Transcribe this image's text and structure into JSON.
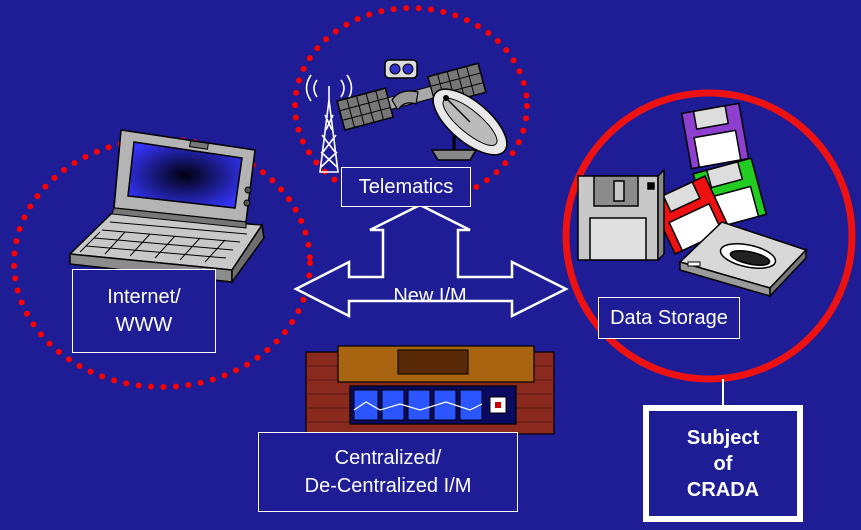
{
  "nodes": {
    "telematics": "Telematics",
    "internet": [
      "Internet/",
      "WWW"
    ],
    "data_storage": "Data Storage",
    "new_im": "New I/M",
    "central": [
      "Centralized/",
      "De-Centralized I/M"
    ],
    "subject": [
      "Subject",
      "of",
      "CRADA"
    ]
  },
  "colors": {
    "background": "#1e1d95",
    "dotted_circle": "#ff0000",
    "solid_circle": "#ee1111",
    "boxes": "#ffffff"
  },
  "icons": [
    "laptop-icon",
    "satellite-icon",
    "radio-tower-icon",
    "satellite-dish-icon",
    "floppy-disk-icon",
    "disk-drive-icon",
    "building-icon"
  ]
}
